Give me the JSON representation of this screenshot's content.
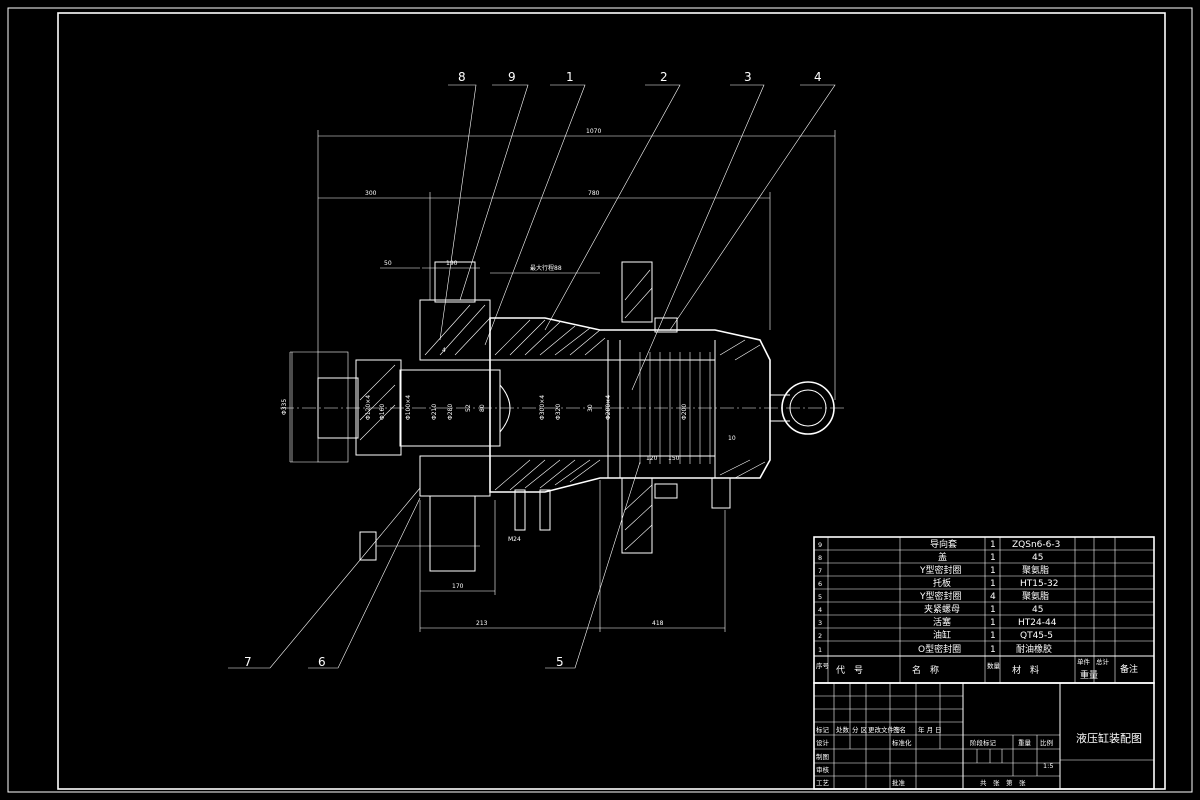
{
  "drawing": {
    "title": "液压缸装配图",
    "colors": {
      "background": "#000000",
      "linework": "#ffffff"
    }
  },
  "balloons": [
    "8",
    "9",
    "1",
    "2",
    "3",
    "4",
    "7",
    "6",
    "5"
  ],
  "dimensions": {
    "overall_length": "1070",
    "left_length": "300",
    "main_length": "780",
    "dim_170": "170",
    "dim_213": "213",
    "dim_418": "418",
    "dim_50": "50",
    "dim_190": "190",
    "stroke_note": "最大行程88",
    "dia_left": "Φ335",
    "dia_1": "Φ120×4",
    "dia_2": "Φ160",
    "dia_3": "Φ100×4",
    "dia_4": "Φ210",
    "dia_5": "Φ280",
    "dia_6": "Φ300×4",
    "dia_7": "Φ320",
    "dia_8": "Φ200×4",
    "dia_9": "Φ200",
    "dim_52": "52",
    "dim_80": "80",
    "dim_30": "30",
    "dim_m": "M24",
    "dim_120": "120",
    "dim_150": "150",
    "dim_4": "4",
    "dim_10": "10"
  },
  "bom": {
    "rows": [
      {
        "no": "9",
        "name": "导向套",
        "qty": "1",
        "material": "ZQSn6-6-3"
      },
      {
        "no": "8",
        "name": "盖",
        "qty": "1",
        "material": "45"
      },
      {
        "no": "7",
        "name": "Y型密封圈",
        "qty": "1",
        "material": "聚氨脂"
      },
      {
        "no": "6",
        "name": "托板",
        "qty": "1",
        "material": "HT15-32"
      },
      {
        "no": "5",
        "name": "Y型密封圈",
        "qty": "4",
        "material": "聚氨脂"
      },
      {
        "no": "4",
        "name": "夹紧螺母",
        "qty": "1",
        "material": "45"
      },
      {
        "no": "3",
        "name": "活塞",
        "qty": "1",
        "material": "HT24-44"
      },
      {
        "no": "2",
        "name": "油缸",
        "qty": "1",
        "material": "QT45-5"
      },
      {
        "no": "1",
        "name": "O型密封圈",
        "qty": "1",
        "material": "耐油橡胶"
      }
    ],
    "header": {
      "no": "序号",
      "code": "代　号",
      "name": "名　称",
      "qty": "数量",
      "material": "材　料",
      "unit_weight": "单件",
      "total_weight": "总计",
      "weight": "重量",
      "remark": "备注"
    }
  },
  "title_block": {
    "mark": "标记",
    "count": "处数",
    "zone": "分 区",
    "doc_no": "更改文件号",
    "signature": "签名",
    "date": "年 月 日",
    "design": "设计",
    "standardize": "标准化",
    "check": "审核",
    "process": "工艺",
    "approve": "批准",
    "stage_mark": "阶段标记",
    "weight": "重量",
    "scale": "比例",
    "scale_value": "1:5",
    "sheets": "共　张　第　张",
    "drawn": "制图"
  }
}
